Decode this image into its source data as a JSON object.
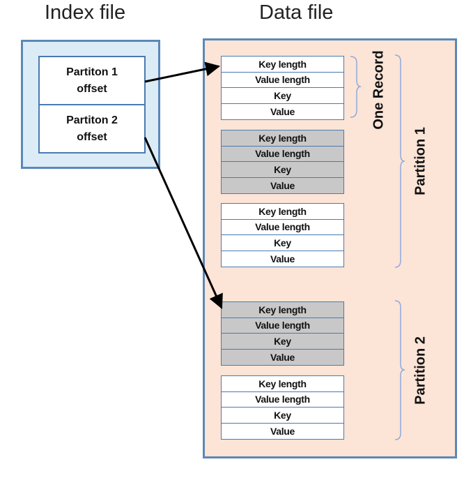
{
  "headings": {
    "index_file": "Index file",
    "data_file": "Data file"
  },
  "index": {
    "partition1": {
      "line1": "Partiton 1",
      "line2": "offset"
    },
    "partition2": {
      "line1": "Partiton 2",
      "line2": "offset"
    }
  },
  "record_fields": {
    "key_length": "Key length",
    "value_length": "Value length",
    "key": "Key",
    "value": "Value"
  },
  "labels": {
    "one_record": "One Record",
    "partition1": "Partition 1",
    "partition2": "Partition 2"
  },
  "colors": {
    "index_fill": "#dcecf6",
    "data_fill": "#fce4d6",
    "border": "#5b88b8",
    "gray_record": "#c8c8c8"
  }
}
